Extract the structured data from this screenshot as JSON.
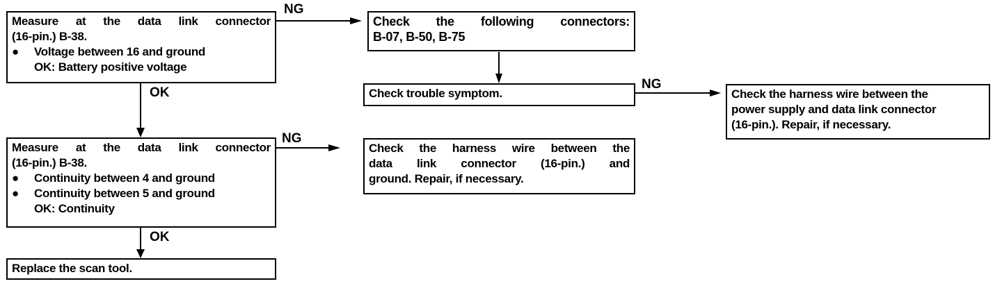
{
  "boxes": {
    "measure_voltage": {
      "line1": "Measure at the data link connector",
      "line2": "(16-pin.) B-38.",
      "bullet": "●",
      "item1": "Voltage between 16 and ground",
      "ok_prefix": "OK:",
      "ok_text": "Battery positive voltage"
    },
    "check_connectors": {
      "line1": "Check the following connectors:",
      "line2": "B-07, B-50, B-75"
    },
    "check_symptom": {
      "line1": "Check trouble symptom."
    },
    "check_harness_power": {
      "line1": "Check the harness wire between the",
      "line2": "power supply and data link connector",
      "line3": "(16-pin.). Repair, if necessary."
    },
    "measure_continuity": {
      "line1": "Measure at the data link connector",
      "line2": "(16-pin.) B-38.",
      "bullet": "●",
      "item1": "Continuity between 4 and ground",
      "item2": "Continuity between 5 and ground",
      "ok_prefix": "OK:",
      "ok_text": "Continuity"
    },
    "check_harness_ground": {
      "line1": "Check the harness wire between the",
      "line2": "data link connector (16-pin.) and",
      "line3": "ground. Repair, if necessary."
    },
    "replace_tool": {
      "line1": "Replace the scan tool."
    }
  },
  "labels": {
    "ng1": "NG",
    "ok1": "OK",
    "ng2": "NG",
    "ng3": "NG",
    "ok2": "OK"
  }
}
